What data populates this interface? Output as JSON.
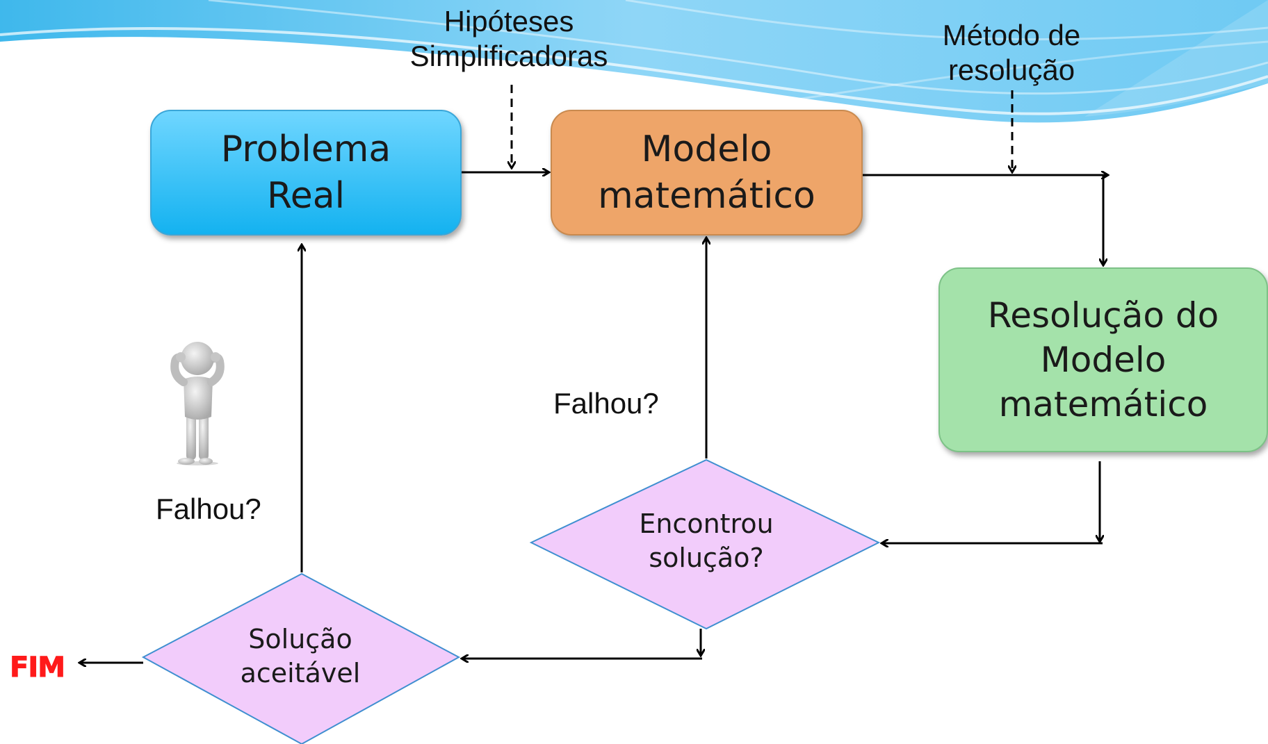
{
  "diagram": {
    "nodes": {
      "problema_real": "Problema\nReal",
      "modelo_matematico": "Modelo\nmatemático",
      "resolucao_modelo": "Resolução do\nModelo\nmatemático",
      "encontrou_solucao": "Encontrou\nsolução?",
      "solucao_aceitavel": "Solução\naceitável"
    },
    "annotations": {
      "hipoteses": "Hipóteses\nSimplificadoras",
      "metodo": "Método de\nresolução",
      "falhou_middle": "Falhou?",
      "falhou_left": "Falhou?",
      "fim": "FIM"
    },
    "edges": [
      {
        "from": "problema_real",
        "to": "modelo_matematico",
        "style": "solid"
      },
      {
        "from": "hipoteses",
        "to": "edge problema_real → modelo_matematico",
        "style": "dashed"
      },
      {
        "from": "modelo_matematico",
        "to": "resolucao_modelo",
        "style": "solid"
      },
      {
        "from": "metodo",
        "to": "edge modelo_matematico → resolucao_modelo",
        "style": "dashed"
      },
      {
        "from": "resolucao_modelo",
        "to": "encontrou_solucao",
        "style": "solid"
      },
      {
        "from": "encontrou_solucao",
        "to": "modelo_matematico",
        "style": "solid",
        "label": "falhou_middle"
      },
      {
        "from": "encontrou_solucao",
        "to": "solucao_aceitavel",
        "style": "solid"
      },
      {
        "from": "solucao_aceitavel",
        "to": "problema_real",
        "style": "solid",
        "label": "falhou_left"
      },
      {
        "from": "solucao_aceitavel",
        "to": "fim",
        "style": "solid"
      }
    ],
    "colors": {
      "problema_real": "#14b2f0",
      "modelo_matematico": "#eea569",
      "resolucao_modelo": "#a4e2aa",
      "decision": "#f2ccfb",
      "fim": "#ff1a1a"
    },
    "icons": [
      "confused-person-icon"
    ]
  }
}
